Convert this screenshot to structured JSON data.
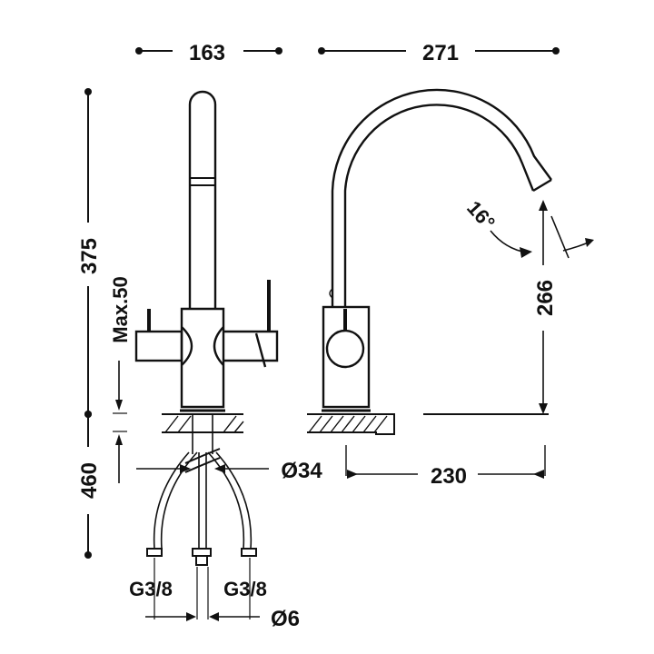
{
  "dimensions": {
    "width_side": "163",
    "width_front": "271",
    "height_total": "375",
    "deck_max": "Max.50",
    "below_deck": "460",
    "spout_height": "266",
    "spout_reach": "230",
    "hole_diameter": "Ø34",
    "hose_left": "G3/8",
    "hose_right": "G3/8",
    "hose_center": "Ø6",
    "spout_angle": "16°"
  },
  "colors": {
    "ink": "#111111",
    "background": "#ffffff"
  }
}
